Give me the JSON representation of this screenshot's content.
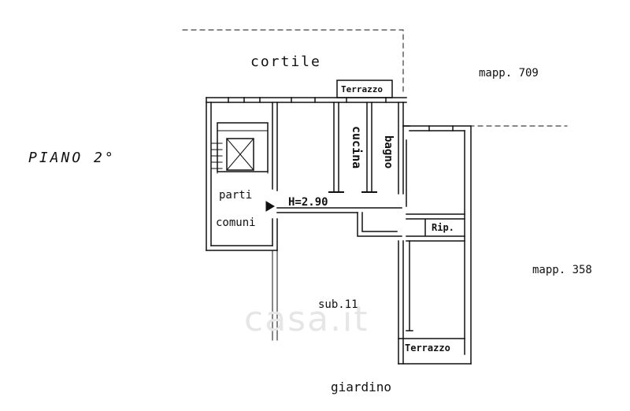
{
  "plan": {
    "floor_label": "PIANO 2°",
    "courtyard": "cortile",
    "terrace_top": "Terrazzo",
    "terrace_bottom": "Terrazzo",
    "parcel_top": "mapp. 709",
    "parcel_right": "mapp. 358",
    "kitchen": "cucina",
    "bathroom": "bagno",
    "common_parts_1": "parti",
    "common_parts_2": "comuni",
    "height": "H=2.90",
    "storage": "Rip.",
    "subunit": "sub.11",
    "garden": "giardino"
  },
  "watermark": {
    "text": "casa.it"
  },
  "colors": {
    "ink": "#111111",
    "watermark": "#e6e6e6",
    "background": "#ffffff"
  }
}
